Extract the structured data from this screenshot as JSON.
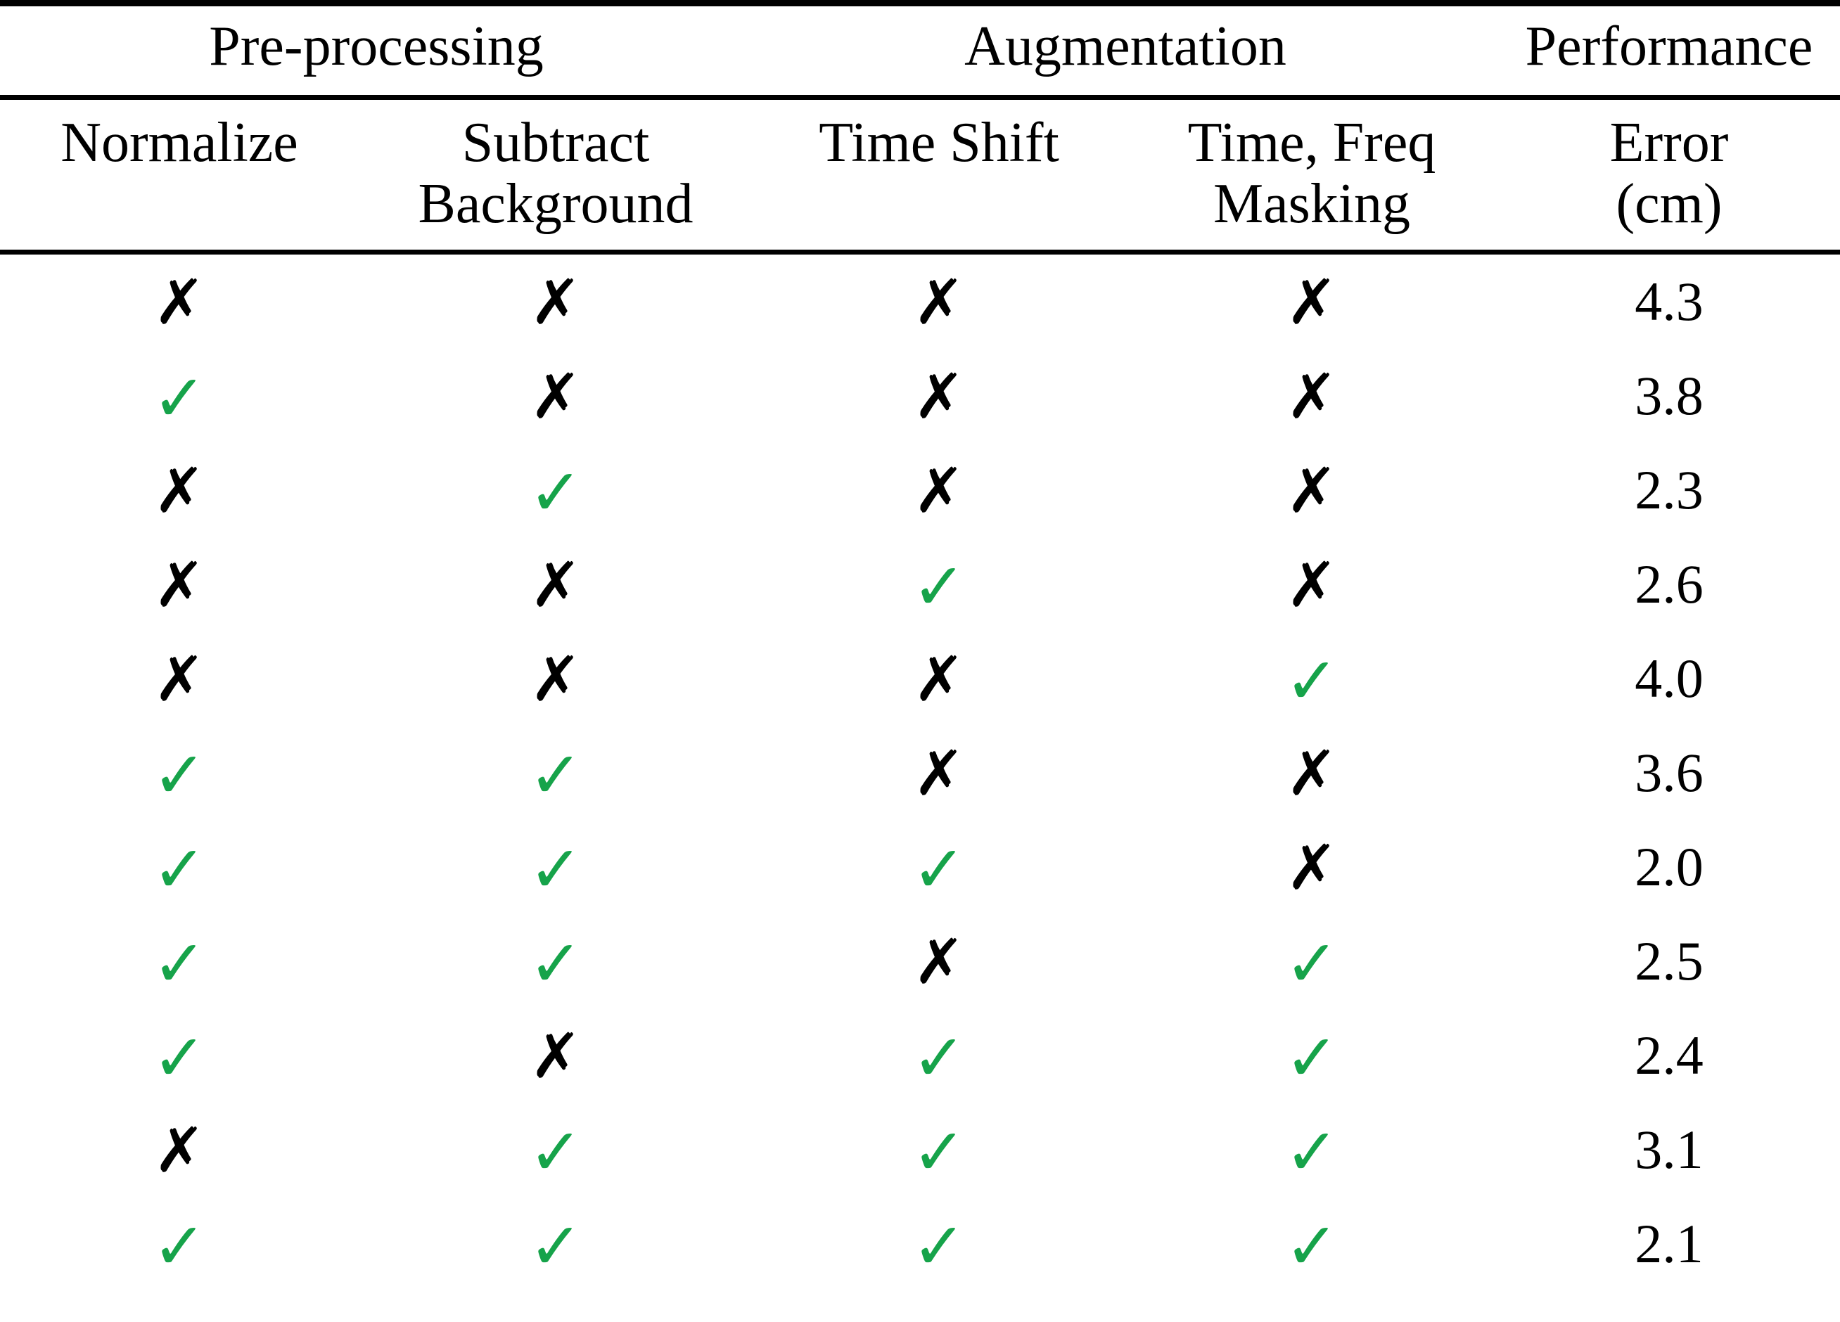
{
  "table": {
    "group_headers": [
      {
        "label": "Pre-processing",
        "span": 2
      },
      {
        "label": "Augmentation",
        "span": 2
      },
      {
        "label": "Performance",
        "span": 1
      }
    ],
    "column_headers": [
      {
        "line1": "Normalize",
        "line2": ""
      },
      {
        "line1": "Subtract",
        "line2": "Background"
      },
      {
        "line1": "Time Shift",
        "line2": ""
      },
      {
        "line1": "Time, Freq",
        "line2": "Masking"
      },
      {
        "line1": "Error",
        "line2": "(cm)"
      }
    ],
    "marks": {
      "check_glyph": "✓",
      "cross_glyph": "✗",
      "check_name": "check-icon",
      "cross_name": "cross-icon",
      "check_color": "#16a34a",
      "cross_color": "#000000"
    },
    "rows": [
      {
        "normalize": false,
        "subtract_background": false,
        "time_shift": false,
        "time_freq_masking": false,
        "error_cm": "4.3"
      },
      {
        "normalize": true,
        "subtract_background": false,
        "time_shift": false,
        "time_freq_masking": false,
        "error_cm": "3.8"
      },
      {
        "normalize": false,
        "subtract_background": true,
        "time_shift": false,
        "time_freq_masking": false,
        "error_cm": "2.3"
      },
      {
        "normalize": false,
        "subtract_background": false,
        "time_shift": true,
        "time_freq_masking": false,
        "error_cm": "2.6"
      },
      {
        "normalize": false,
        "subtract_background": false,
        "time_shift": false,
        "time_freq_masking": true,
        "error_cm": "4.0"
      },
      {
        "normalize": true,
        "subtract_background": true,
        "time_shift": false,
        "time_freq_masking": false,
        "error_cm": "3.6"
      },
      {
        "normalize": true,
        "subtract_background": true,
        "time_shift": true,
        "time_freq_masking": false,
        "error_cm": "2.0"
      },
      {
        "normalize": true,
        "subtract_background": true,
        "time_shift": false,
        "time_freq_masking": true,
        "error_cm": "2.5"
      },
      {
        "normalize": true,
        "subtract_background": false,
        "time_shift": true,
        "time_freq_masking": true,
        "error_cm": "2.4"
      },
      {
        "normalize": false,
        "subtract_background": true,
        "time_shift": true,
        "time_freq_masking": true,
        "error_cm": "3.1"
      },
      {
        "normalize": true,
        "subtract_background": true,
        "time_shift": true,
        "time_freq_masking": true,
        "error_cm": "2.1"
      }
    ]
  },
  "chart_data": {
    "type": "table",
    "title": "",
    "columns": [
      "Normalize",
      "Subtract Background",
      "Time Shift",
      "Time, Freq Masking",
      "Error (cm)"
    ],
    "column_groups": [
      "Pre-processing",
      "Pre-processing",
      "Augmentation",
      "Augmentation",
      "Performance"
    ],
    "rows": [
      [
        false,
        false,
        false,
        false,
        4.3
      ],
      [
        true,
        false,
        false,
        false,
        3.8
      ],
      [
        false,
        true,
        false,
        false,
        2.3
      ],
      [
        false,
        false,
        true,
        false,
        2.6
      ],
      [
        false,
        false,
        false,
        true,
        4.0
      ],
      [
        true,
        true,
        false,
        false,
        3.6
      ],
      [
        true,
        true,
        true,
        false,
        2.0
      ],
      [
        true,
        true,
        false,
        true,
        2.5
      ],
      [
        true,
        false,
        true,
        true,
        2.4
      ],
      [
        false,
        true,
        true,
        true,
        3.1
      ],
      [
        true,
        true,
        true,
        true,
        2.1
      ]
    ],
    "ylabel": "Error (cm)",
    "values": [
      4.3,
      3.8,
      2.3,
      2.6,
      4.0,
      3.6,
      2.0,
      2.5,
      2.4,
      3.1,
      2.1
    ]
  }
}
